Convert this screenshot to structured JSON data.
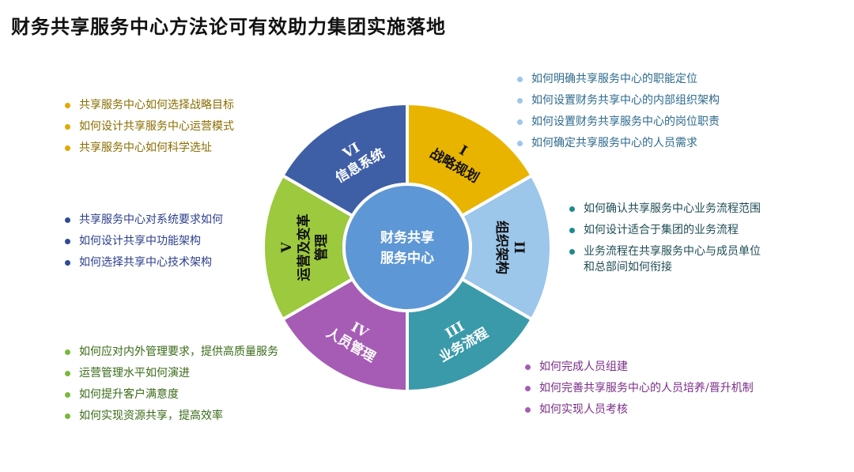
{
  "title": "财务共享服务中心方法论可有效助力集团实施落地",
  "center": {
    "line1": "财务共享",
    "line2": "服务中心"
  },
  "segments": [
    {
      "numeral": "I",
      "label_lines": [
        "战略规划"
      ],
      "color": "#e8b400"
    },
    {
      "numeral": "II",
      "label_lines": [
        "组织架构"
      ],
      "color": "#9cc6ea"
    },
    {
      "numeral": "III",
      "label_lines": [
        "业务流程"
      ],
      "color": "#3a9aaa"
    },
    {
      "numeral": "IV",
      "label_lines": [
        "人员管理"
      ],
      "color": "#a65cb5"
    },
    {
      "numeral": "V",
      "label_lines": [
        "运营及变革",
        "管理"
      ],
      "color": "#9cc93d"
    },
    {
      "numeral": "VI",
      "label_lines": [
        "信息系统"
      ],
      "color": "#3e5ea6"
    }
  ],
  "groups": {
    "strategy": [
      "共享服务中心如何选择战略目标",
      "如何设计共享服务中心运营模式",
      "共享服务中心如何科学选址"
    ],
    "organization": [
      "如何明确共享服务中心的职能定位",
      "如何设置财务共享中心的内部组织架构",
      "如何设置财务共享服务中心的岗位职责",
      "如何确定共享服务中心的人员需求"
    ],
    "process": [
      "如何确认共享服务中心业务流程范围",
      "如何设计适合于集团的业务流程",
      "业务流程在共享服务中心与成员单位和总部间如何衔接"
    ],
    "people": [
      "如何完成人员组建",
      "如何完善共享服务中心的人员培养/晋升机制",
      "如何实现人员考核"
    ],
    "operations": [
      "如何应对内外管理要求，提供高质量服务",
      "运营管理水平如何演进",
      "如何提升客户满意度",
      "如何实现资源共享，提高效率"
    ],
    "systems": [
      "共享服务中心对系统要求如何",
      "如何设计共享中功能架构",
      "如何选择共享中心技术架构"
    ]
  }
}
